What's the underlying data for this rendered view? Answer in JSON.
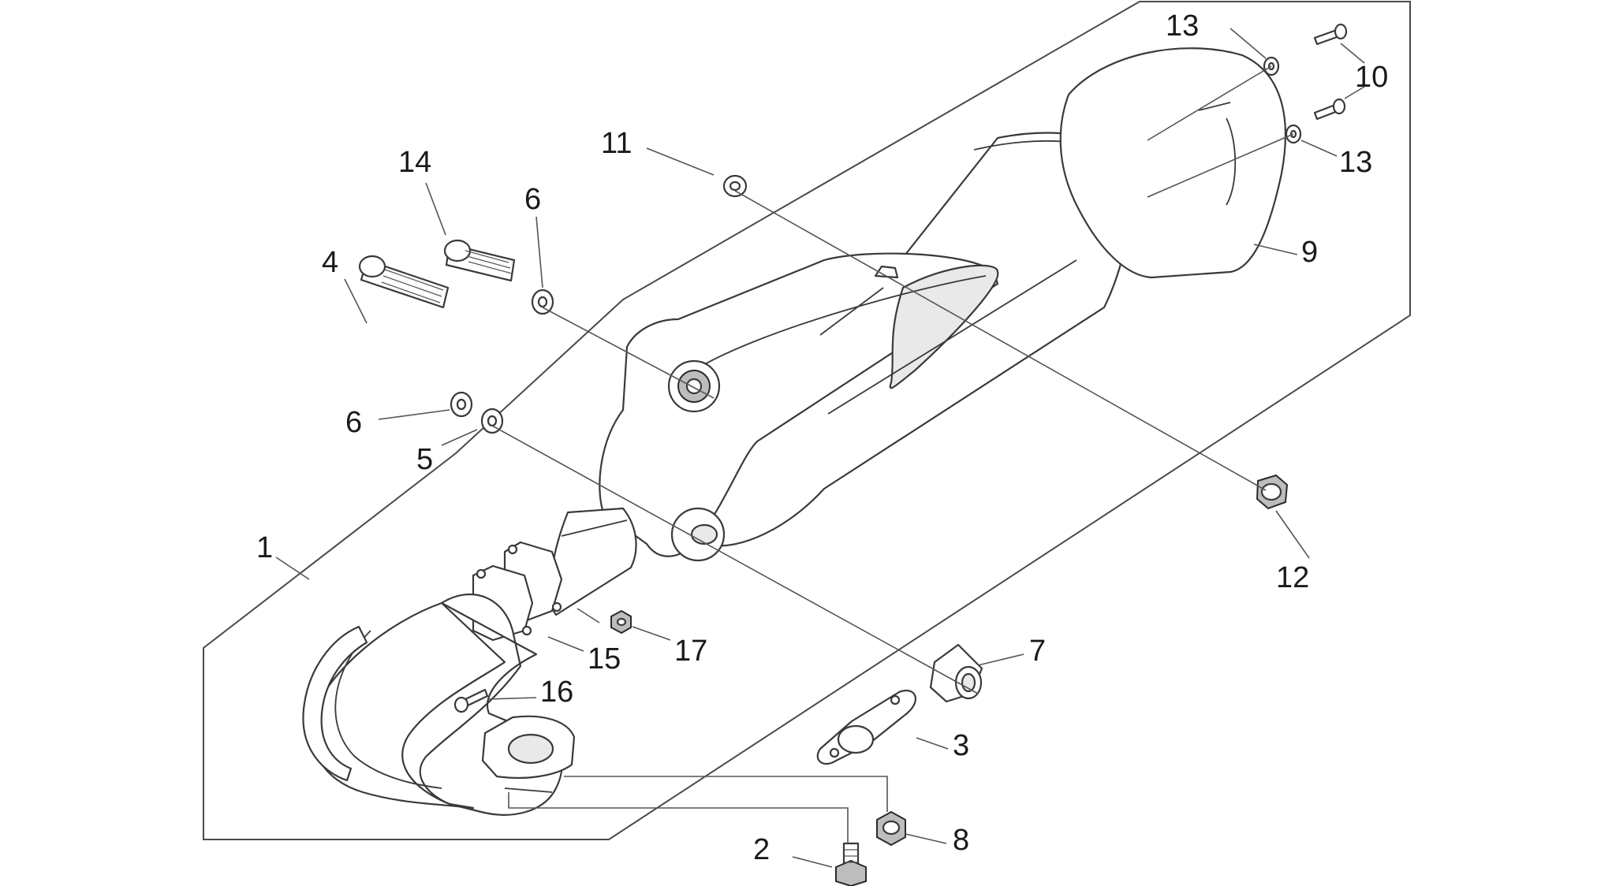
{
  "diagram": {
    "callouts": [
      {
        "id": "c1",
        "text": "1"
      },
      {
        "id": "c2",
        "text": "2"
      },
      {
        "id": "c3",
        "text": "3"
      },
      {
        "id": "c4",
        "text": "4"
      },
      {
        "id": "c5",
        "text": "5"
      },
      {
        "id": "c6a",
        "text": "6"
      },
      {
        "id": "c6b",
        "text": "6"
      },
      {
        "id": "c7",
        "text": "7"
      },
      {
        "id": "c8",
        "text": "8"
      },
      {
        "id": "c9",
        "text": "9"
      },
      {
        "id": "c10",
        "text": "10"
      },
      {
        "id": "c11",
        "text": "11"
      },
      {
        "id": "c12",
        "text": "12"
      },
      {
        "id": "c13a",
        "text": "13"
      },
      {
        "id": "c13b",
        "text": "13"
      },
      {
        "id": "c14",
        "text": "14"
      },
      {
        "id": "c15",
        "text": "15"
      },
      {
        "id": "c16",
        "text": "16"
      },
      {
        "id": "c17",
        "text": "17"
      }
    ]
  }
}
